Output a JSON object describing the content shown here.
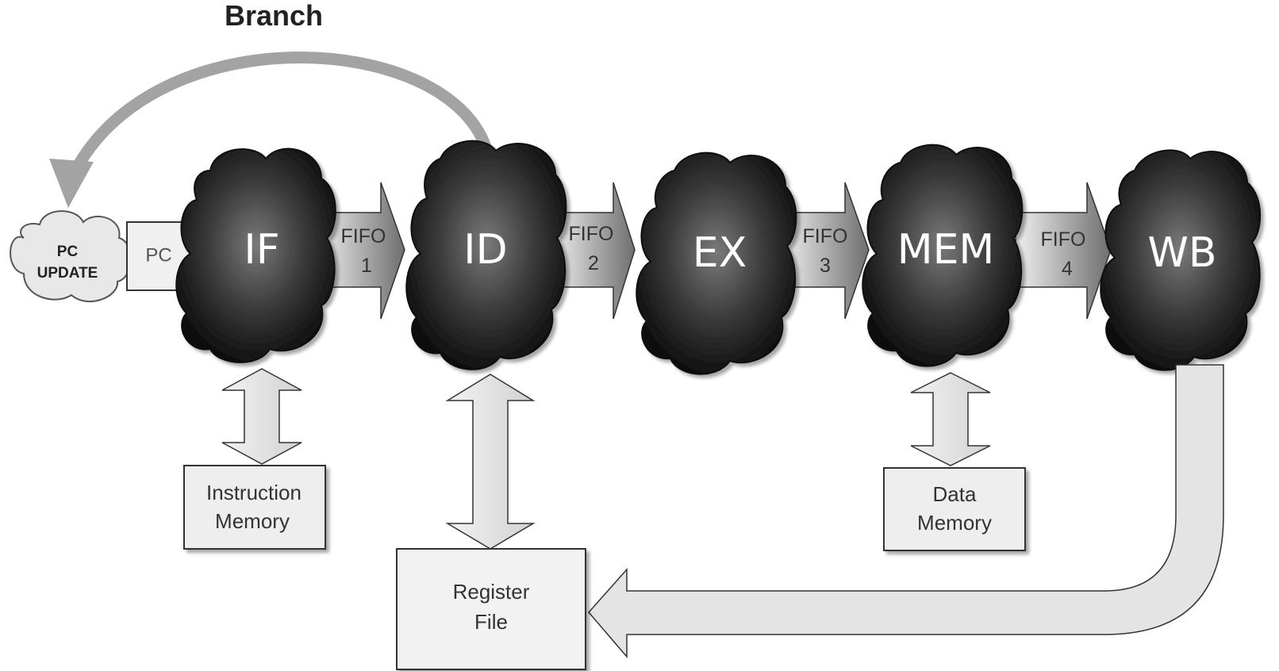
{
  "branch_label": "Branch",
  "pc_update": {
    "line1": "PC",
    "line2": "UPDATE"
  },
  "pc_label": "PC",
  "stages": [
    {
      "id": "if",
      "label": "IF"
    },
    {
      "id": "id",
      "label": "ID"
    },
    {
      "id": "ex",
      "label": "EX"
    },
    {
      "id": "mem",
      "label": "MEM"
    },
    {
      "id": "wb",
      "label": "WB"
    }
  ],
  "fifos": [
    {
      "line1": "FIFO",
      "line2": "1"
    },
    {
      "line1": "FIFO",
      "line2": "2"
    },
    {
      "line1": "FIFO",
      "line2": "3"
    },
    {
      "line1": "FIFO",
      "line2": "4"
    }
  ],
  "memories": {
    "instruction": {
      "line1": "Instruction",
      "line2": "Memory"
    },
    "register": {
      "line1": "Register",
      "line2": "File"
    },
    "data": {
      "line1": "Data",
      "line2": "Memory"
    }
  },
  "colors": {
    "cloud_dark": "#1a1a1a",
    "cloud_mid": "#555555",
    "arrow_gray": "#a0a0a0",
    "box_fill": "#eeeeee"
  }
}
